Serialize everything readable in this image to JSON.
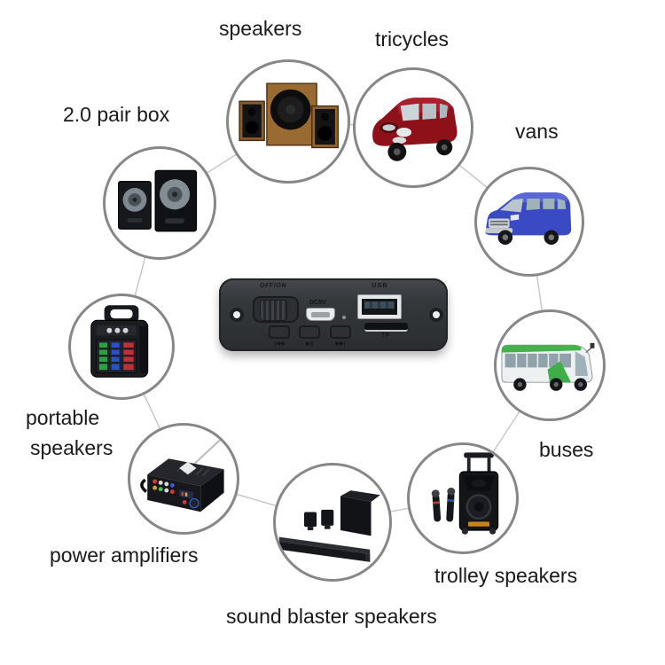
{
  "scene": {
    "background": "#ffffff"
  },
  "items": [
    {
      "id": "speakers",
      "label": "speakers",
      "icon": "wood-2.1-speakers-icon"
    },
    {
      "id": "tricycles",
      "label": "tricycles",
      "icon": "red-tricycle-icon"
    },
    {
      "id": "pair-box",
      "label": "2.0 pair box",
      "icon": "black-pair-speakers-icon"
    },
    {
      "id": "vans",
      "label": "vans",
      "icon": "blue-van-icon"
    },
    {
      "id": "portable-speakers",
      "label_line1": "portable",
      "label_line2": "speakers",
      "icon": "portable-speaker-icon"
    },
    {
      "id": "buses",
      "label": "buses",
      "icon": "city-bus-icon"
    },
    {
      "id": "power-amplifiers",
      "label": "power amplifiers",
      "icon": "power-amplifier-icon"
    },
    {
      "id": "trolley-speakers",
      "label": "trolley speakers",
      "icon": "trolley-speaker-with-mics-icon"
    },
    {
      "id": "sound-blaster-speakers",
      "label": "sound blaster speakers",
      "icon": "soundbar-system-icon"
    }
  ],
  "board": {
    "switch_label": "OFF/ON",
    "power_label": "DC5V",
    "usb_label": "USB",
    "tf_label": "TF",
    "button_glyphs": [
      "|◀◀",
      "▶||",
      "▶▶|"
    ]
  },
  "colors": {
    "circle_border": "#878787",
    "connector_line": "#c9c9c9",
    "label_text": "#1a1a1a",
    "board_body": "#35383b",
    "wood_brown": "#9a6a33",
    "tricycle_red": "#8e1019",
    "van_blue": "#3a49c4",
    "bus_green": "#3fae47",
    "led_green": "#2f9e47",
    "led_blue": "#2b4fc4",
    "led_red": "#bf2f36"
  }
}
